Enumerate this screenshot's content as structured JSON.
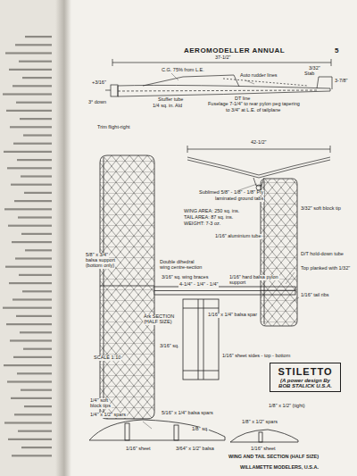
{
  "diagram": {
    "nodes": [
      {
        "text": [
          "STILETTO",
          "(A power design By BOB STALICK U.S.A."
        ]
      }
    ],
    "labels": [
      "AEROMODELLER ANNUAL",
      "5",
      "37-1/2\"",
      "C.G. 75% from L.E.",
      "Auto rudder lines",
      "Stab",
      "3/32\"",
      "3-7/8\"",
      "+3/16\"",
      "3° down",
      "Stuffer tube",
      "1/4 sq. in. Ald",
      "DT line",
      "Fuselage 7-1/4\" to rear pylon peg tapering",
      "to 3/4\" at L.E. of tailplane",
      "Trim flight-right",
      "42-1/2\"",
      "Sublimed 5/8\" - 1/8\" - 1/8\" Ply",
      "laminated ground tabs",
      "WING AREA: 250 sq. ins.",
      "TAIL AREA: 87 sq. ins.",
      "WEIGHT: 7-3 oz.",
      "3/32\" soft block tip",
      "5/8\" x 3/4\"",
      "balsa support",
      "(bottom only)",
      "1/16\" aluminium tube",
      "D/T hold-down tube",
      "Top planked with 1/32\"",
      "Double dihedral",
      "wing centre-section",
      "3/16\" sq. wing braces",
      "4-1/4\" - 1/4\" - 1/4\"",
      "1/16\" hard balsa pylon",
      "support",
      "1/16\" tail ribs",
      "1/16\" x 1/4\" balsa spar",
      "Ark SECTION",
      "(HALF SIZE)",
      "3/16\" sq.",
      "1/16\" sheet sides - top - bottom",
      "SCALE 1:10",
      "1/4\" soft",
      "block tips",
      "1/4\" x 1/2\" spars",
      "5/16\" x 1/4\" balsa spars",
      "1/8\" x 1/2\" (tight)",
      "1/8\" sq.",
      "1/8\" x 1/2\" spars",
      "1/16\" sheet",
      "3/64\" x 1/2\" balsa",
      "1/16\" sheet",
      "WING AND TAIL SECTION (HALF SIZE)",
      "WILLAMETTE MODELERS, U.S.A."
    ]
  }
}
